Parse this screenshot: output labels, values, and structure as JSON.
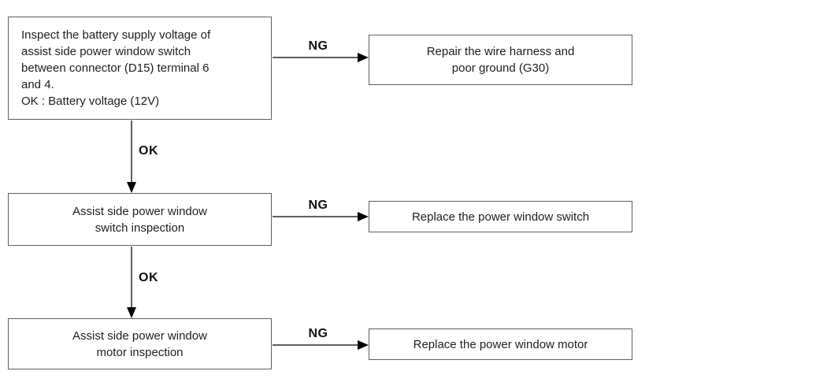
{
  "diagram": {
    "type": "troubleshooting-flowchart",
    "boxes": {
      "inspect_voltage": "Inspect the battery supply voltage of\nassist side power window switch\nbetween connector (D15) terminal 6\nand 4.\nOK : Battery voltage (12V)",
      "repair_harness": "Repair the wire harness and\npoor ground (G30)",
      "switch_inspection": "Assist side power window\nswitch inspection",
      "replace_switch": "Replace the power window switch",
      "motor_inspection": "Assist side power window\nmotor inspection",
      "replace_motor": "Replace the power window motor"
    },
    "labels": {
      "ng": "NG",
      "ok": "OK"
    },
    "colors": {
      "background": "#ffffff",
      "box_border": "#5f5f62",
      "connector_line": "#5f5f62",
      "arrowhead": "#000000",
      "text": "#1f1f1f"
    }
  }
}
